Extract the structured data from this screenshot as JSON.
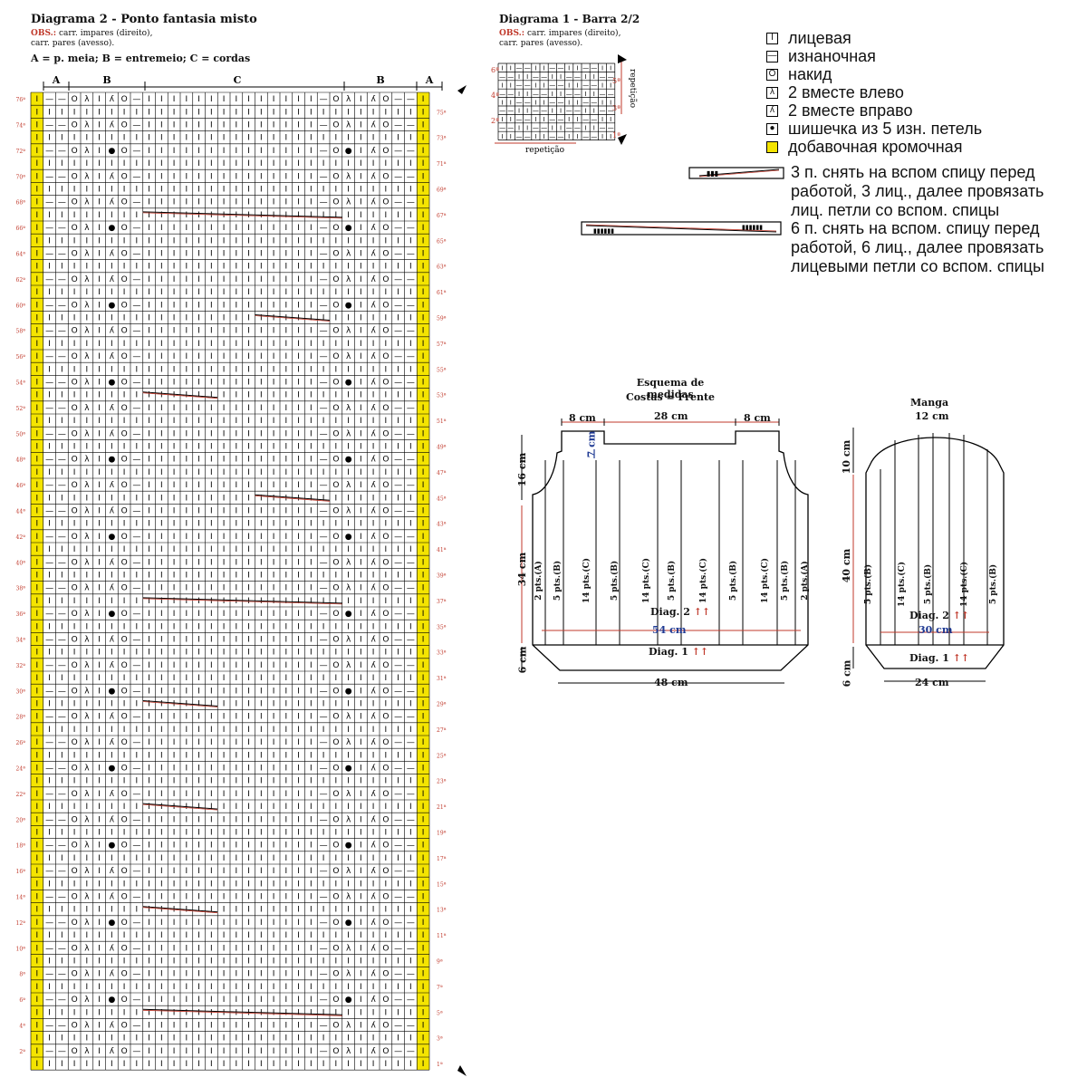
{
  "diagram2": {
    "title": "Diagrama 2 - Ponto fantasia misto",
    "obs_label": "OBS.:",
    "obs_line1": "carr. impares (direito),",
    "obs_line2": "carr. pares (avesso).",
    "key": "A = p. meia; B = entremeio; C = cordas",
    "section_labels": [
      "A",
      "B",
      "C",
      "B",
      "A"
    ],
    "rows": 76,
    "cols": 32
  },
  "diagram1": {
    "title": "Diagrama 1 - Barra 2/2",
    "obs_label": "OBS.:",
    "obs_line1": "carr. impares (direito),",
    "obs_line2": "carr. pares (avesso).",
    "repeat_bottom": "repetição",
    "repeat_side": "repetição",
    "left_rows": [
      "6ª",
      "4ª",
      "2ª"
    ],
    "right_rows": [
      "5ª",
      "3ª",
      "1ª"
    ]
  },
  "legend": {
    "items": [
      {
        "symbol": "I",
        "label": "лицевая"
      },
      {
        "symbol": "—",
        "label": "изнаночная"
      },
      {
        "symbol": "O",
        "label": "накид"
      },
      {
        "symbol": "λ",
        "label": "2 вместе влево"
      },
      {
        "symbol": "ʎ",
        "label": "2 вместе вправо"
      },
      {
        "symbol": "●",
        "label": "шишечка из 5 изн. петель"
      },
      {
        "symbol": "",
        "label": "добавочная кромочная"
      }
    ],
    "cable3": [
      "3 п. снять на вспом спицу перед",
      "работой, 3 лиц., далее провязать",
      "лиц. петли со вспом. спицы"
    ],
    "cable6": [
      "6 п. снять на вспом. спицу перед",
      "работой, 6 лиц., далее провязать",
      "лицевыми петли со вспом. спицы"
    ]
  },
  "schema": {
    "title1": "Esquema de medidas",
    "title2": "Costas = Frente",
    "top_left": "8 cm",
    "top_mid": "28 cm",
    "top_right": "8 cm",
    "neck_depth": "7 cm",
    "armhole": "16 cm",
    "body_h": "34 cm",
    "rib_h": "6 cm",
    "width_inner": "54 cm",
    "width_bottom": "48 cm",
    "diag2": "Diag. 2",
    "diag1": "Diag. 1",
    "arrows": "↑↑",
    "column_labels": [
      "2 pts.(A)",
      "5 pts.(B)",
      "14 pts.(C)",
      "5 pts.(B)",
      "14 pts.(C)",
      "5 pts.(B)",
      "14 pts.(C)",
      "5 pts.(B)",
      "14 pts.(C)",
      "5 pts.(B)",
      "2 pts.(A)"
    ]
  },
  "sleeve": {
    "title": "Manga",
    "top": "12 cm",
    "cap": "10 cm",
    "body": "40 cm",
    "rib": "6 cm",
    "width_inner": "30 cm",
    "width_bottom": "24 cm",
    "diag2": "Diag. 2",
    "diag1": "Diag. 1",
    "arrows": "↑↑",
    "column_labels": [
      "5 pts.(B)",
      "14 pts.(C)",
      "5 pts.(B)",
      "14 pts.(C)",
      "5 pts.(B)"
    ]
  }
}
